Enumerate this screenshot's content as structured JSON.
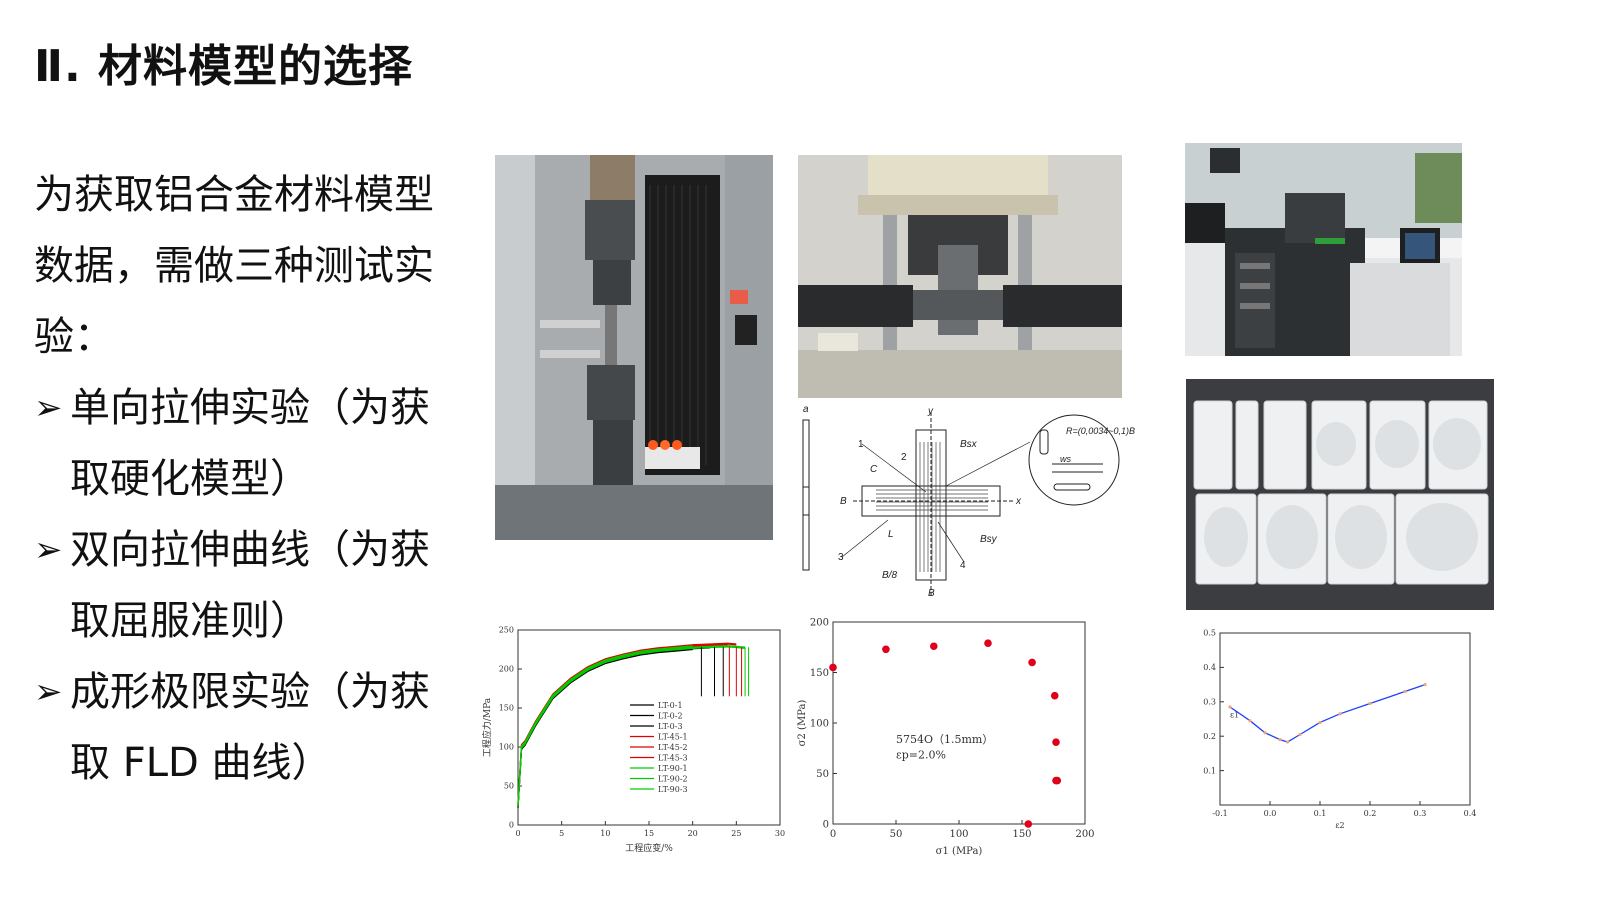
{
  "slide": {
    "title": "Ⅱ. 材料模型的选择",
    "intro": "为获取铝合金材料模型数据，需做三种测试实验：",
    "bullets": [
      "单向拉伸实验（为获取硬化模型）",
      "双向拉伸曲线（为获取屈服准则）",
      "成形极限实验（为获取 FLD 曲线）"
    ],
    "bullet_icon": "arrow-right-icon"
  },
  "diagram": {
    "top_a": "a",
    "y": "y",
    "x": "x",
    "b_left": "B",
    "c": "C",
    "l": "L",
    "bsx": "Bsx",
    "bsy": "Bsy",
    "b8": "B/8",
    "b_bottom": "B",
    "r_label": "R=(0,0034~0,1)B",
    "ws": "ws",
    "n1": "1",
    "n2": "2",
    "n3": "3",
    "n4": "4"
  },
  "chart_data": [
    {
      "type": "line",
      "ylabel": "工程应力/MPa",
      "xlabel": "工程应变/%",
      "xlim": [
        0,
        30
      ],
      "ylim": [
        0,
        250
      ],
      "xticks": [
        "0",
        "5",
        "10",
        "15",
        "20",
        "25",
        "30"
      ],
      "yticks": [
        "0",
        "50",
        "100",
        "150",
        "200",
        "250"
      ],
      "legend": [
        "LT-0-1",
        "LT-0-2",
        "LT-0-3",
        "LT-45-1",
        "LT-45-2",
        "LT-45-3",
        "LT-90-1",
        "LT-90-2",
        "LT-90-3"
      ],
      "legend_colors": [
        "#000000",
        "#000000",
        "#000000",
        "#e00000",
        "#e00000",
        "#e00000",
        "#00cc00",
        "#00cc00",
        "#00cc00"
      ],
      "curve_x": [
        0,
        0.4,
        0.8,
        2,
        4,
        6,
        8,
        10,
        12,
        14,
        16,
        18,
        20,
        22,
        24,
        25,
        26
      ],
      "curve_y": [
        25,
        100,
        105,
        130,
        165,
        185,
        200,
        210,
        216,
        221,
        224,
        226,
        228,
        229,
        230,
        229,
        228
      ],
      "fracture_x": [
        21,
        22.5,
        23.5,
        24.2,
        25,
        25.6,
        26,
        26.4
      ]
    },
    {
      "type": "scatter",
      "ylabel": "σ2 (MPa)",
      "xlabel": "σ1 (MPa)",
      "xlim": [
        0,
        200
      ],
      "ylim": [
        0,
        200
      ],
      "xticks": [
        "0",
        "50",
        "100",
        "150",
        "200"
      ],
      "yticks": [
        "0",
        "50",
        "100",
        "150",
        "200"
      ],
      "annotation_1": "5754O（1.5mm）",
      "annotation_2": "εp=2.0%",
      "point_color": "#e0001a",
      "x": [
        0,
        42,
        80,
        123,
        158,
        176,
        177,
        178,
        177,
        155
      ],
      "y": [
        155,
        173,
        176,
        179,
        160,
        127,
        81,
        43,
        43,
        0
      ]
    },
    {
      "type": "line",
      "ylabel": "ε1",
      "xlabel": "ε2",
      "xlim": [
        -0.1,
        0.4
      ],
      "ylim": [
        0,
        0.5
      ],
      "xticks": [
        "-0.1",
        "0.0",
        "0.1",
        "0.2",
        "0.3",
        "0.4"
      ],
      "yticks": [
        "0.1",
        "0.2",
        "0.3",
        "0.4",
        "0.5"
      ],
      "line_color": "#1f3fff",
      "x": [
        -0.08,
        -0.04,
        -0.01,
        0.02,
        0.035,
        0.06,
        0.1,
        0.14,
        0.2,
        0.27,
        0.31
      ],
      "y": [
        0.285,
        0.245,
        0.21,
        0.19,
        0.183,
        0.205,
        0.24,
        0.265,
        0.295,
        0.33,
        0.35
      ]
    }
  ]
}
